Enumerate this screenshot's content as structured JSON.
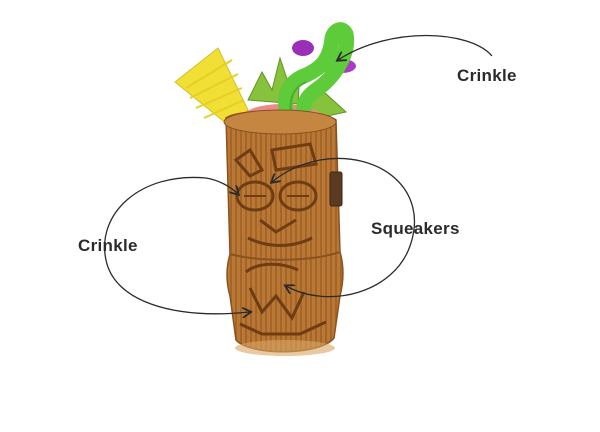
{
  "labels": {
    "crinkle_top": "Crinkle",
    "crinkle_left": "Crinkle",
    "squeakers": "Squeakers"
  },
  "colors": {
    "background": "#ffffff",
    "cup_brown": "#b8742f",
    "cup_dark": "#6e3d14",
    "straw_green": "#5ecb3a",
    "pineapple_yellow": "#f3e23a",
    "flower_purple": "#9a2fb8",
    "leaf_green": "#8cc63f",
    "callout_line": "#2b2b2b",
    "label_text": "#2b2b2b"
  },
  "icons": {
    "arrow": "arrowhead"
  }
}
